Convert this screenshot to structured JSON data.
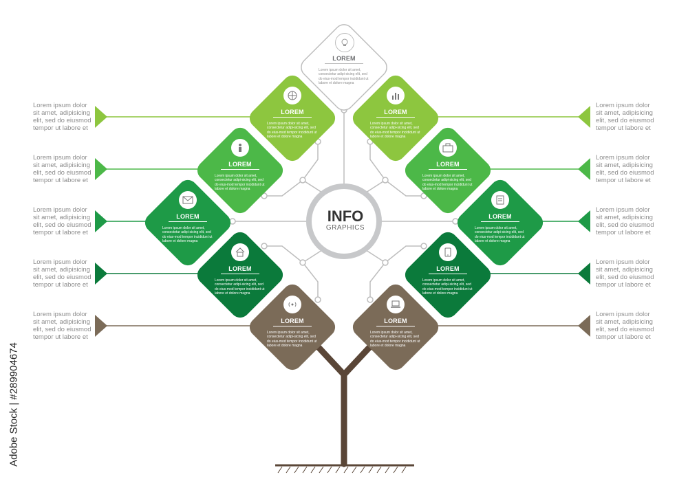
{
  "center": {
    "title": "INFO",
    "subtitle": "GRAPHICS"
  },
  "side_text": "Lorem ipsum dolor\nsit amet, adipisicing\nelit, sed do eiusmod\ntempor ut labore et",
  "card_body": "Lorem ipsum dolor sit amet, consectetur adipi-sicing elit, sed do eius-mod tempor incididunt ut labore et dolore magna",
  "top_card": {
    "title": "LOREM",
    "icon": "lightbulb-icon"
  },
  "left_cards": [
    {
      "title": "LOREM",
      "icon": "basketball-icon",
      "color": "#8dc63f"
    },
    {
      "title": "LOREM",
      "icon": "person-icon",
      "color": "#4cb848"
    },
    {
      "title": "LOREM",
      "icon": "envelope-icon",
      "color": "#1e9a47"
    },
    {
      "title": "LOREM",
      "icon": "house-icon",
      "color": "#0b7a3b"
    },
    {
      "title": "LOREM",
      "icon": "wifi-icon",
      "color": "#7b6b58"
    }
  ],
  "right_cards": [
    {
      "title": "LOREM",
      "icon": "bar-chart-icon",
      "color": "#8dc63f"
    },
    {
      "title": "LOREM",
      "icon": "briefcase-icon",
      "color": "#4cb848"
    },
    {
      "title": "LOREM",
      "icon": "document-icon",
      "color": "#1e9a47"
    },
    {
      "title": "LOREM",
      "icon": "smartphone-icon",
      "color": "#0b7a3b"
    },
    {
      "title": "LOREM",
      "icon": "laptop-icon",
      "color": "#7b6b58"
    }
  ],
  "colors": {
    "trunk": "#5a4637",
    "connector": "#bdbdbd",
    "center_ring": "#c7c8ca"
  },
  "watermark": "Adobe Stock | #289904674"
}
